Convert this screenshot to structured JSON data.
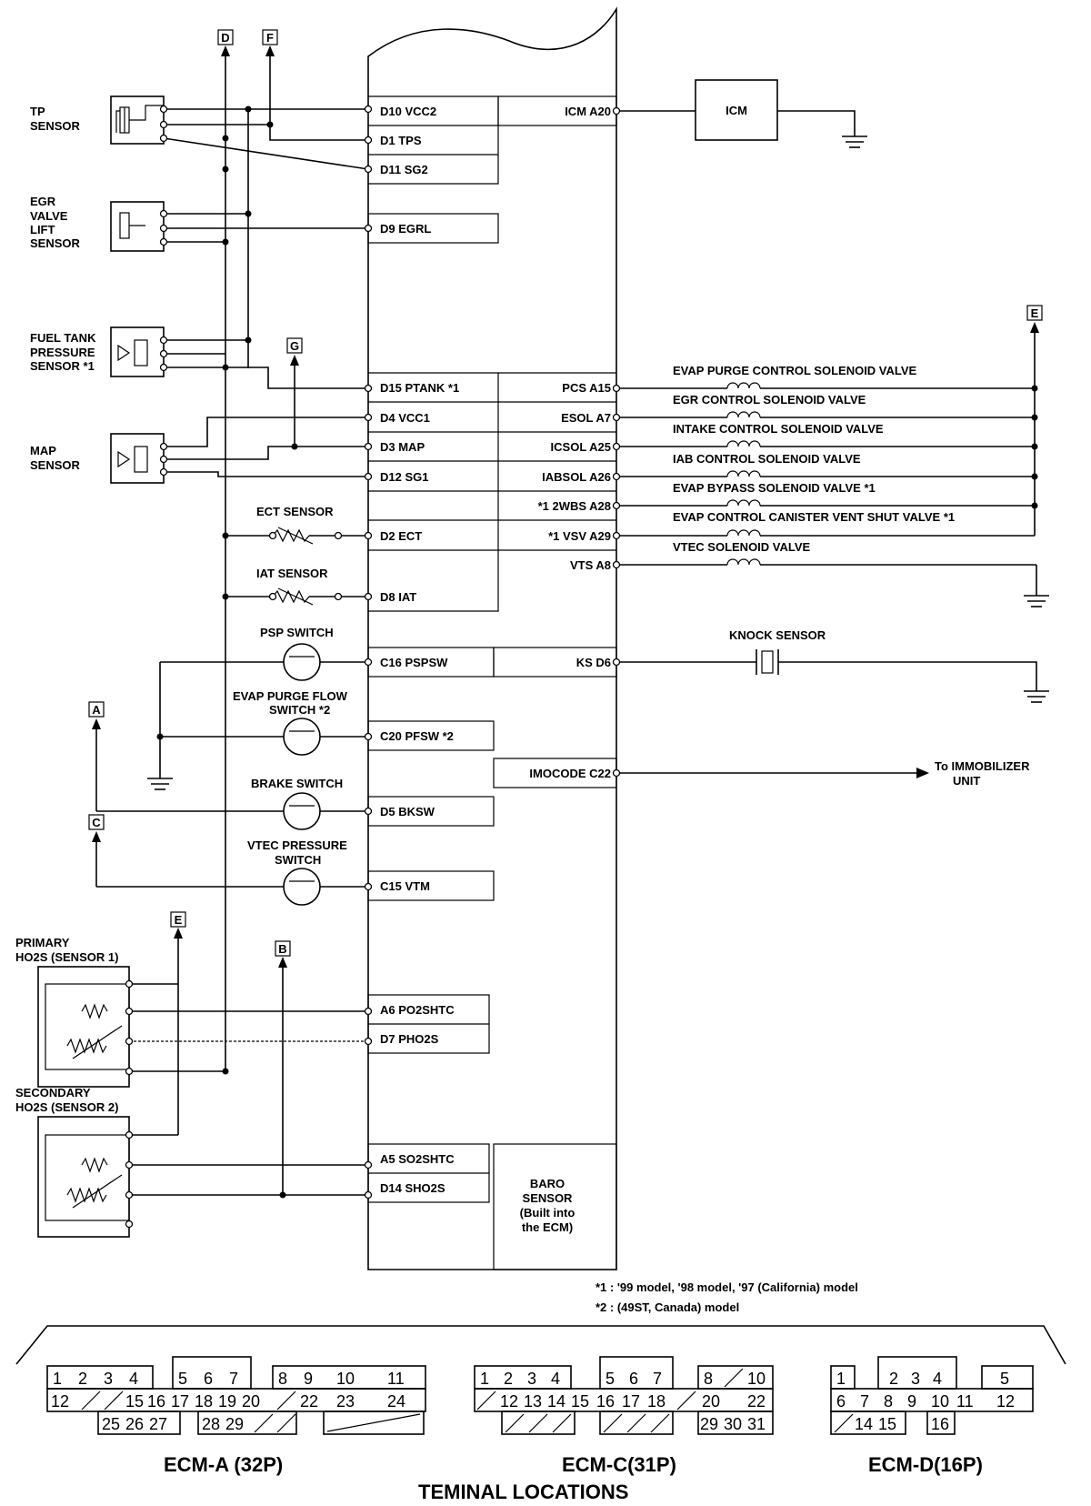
{
  "markers": {
    "D": "D",
    "F": "F",
    "G": "G",
    "E1": "E",
    "A": "A",
    "C": "C",
    "E2": "E",
    "B": "B"
  },
  "sensors": {
    "tp": [
      "TP",
      "SENSOR"
    ],
    "egr": [
      "EGR",
      "VALVE",
      "LIFT",
      "SENSOR"
    ],
    "ftp": [
      "FUEL TANK",
      "PRESSURE",
      "SENSOR *1"
    ],
    "map": [
      "MAP",
      "SENSOR"
    ],
    "ect": "ECT SENSOR",
    "iat": "IAT SENSOR",
    "psp": "PSP SWITCH",
    "epf": [
      "EVAP PURGE FLOW",
      "SWITCH *2"
    ],
    "brake": "BRAKE SWITCH",
    "vtecp": [
      "VTEC PRESSURE",
      "SWITCH"
    ],
    "primary": [
      "PRIMARY",
      "HO2S (SENSOR 1)"
    ],
    "secondary": [
      "SECONDARY",
      "HO2S (SENSOR 2)"
    ]
  },
  "ecm_left_pins": [
    "D10 VCC2",
    "D1 TPS",
    "D11 SG2",
    "D9 EGRL",
    "D15 PTANK *1",
    "D4 VCC1",
    "D3 MAP",
    "D12 SG1",
    "D2 ECT",
    "D8 IAT",
    "C16 PSPSW",
    "C20 PFSW *2",
    "D5 BKSW",
    "C15 VTM",
    "A6 PO2SHTC",
    "D7 PHO2S",
    "A5 SO2SHTC",
    "D14 SHO2S"
  ],
  "ecm_right_pins": [
    "ICM A20",
    "PCS A15",
    "ESOL A7",
    "ICSOL A25",
    "IABSOL A26",
    "*1 2WBS A28",
    "*1 VSV A29",
    "VTS A8",
    "KS D6",
    "IMOCODE C22"
  ],
  "icm": "ICM",
  "valves": [
    "EVAP PURGE CONTROL SOLENOID VALVE",
    "EGR CONTROL SOLENOID VALVE",
    "INTAKE CONTROL SOLENOID VALVE",
    "IAB CONTROL SOLENOID VALVE",
    "EVAP BYPASS SOLENOID VALVE *1",
    "EVAP CONTROL CANISTER VENT SHUT VALVE *1",
    "VTEC SOLENOID VALVE"
  ],
  "knock": "KNOCK SENSOR",
  "immobilizer": [
    "To IMMOBILIZER",
    "UNIT"
  ],
  "baro": [
    "BARO",
    "SENSOR",
    "(Built into",
    "the ECM)"
  ],
  "notes": [
    "*1 : '99 model, '98 model, '97 (California) model",
    "*2 : (49ST, Canada) model"
  ],
  "connectors": {
    "a": {
      "title": "ECM-A (32P)",
      "row1": [
        "1",
        "2",
        "3",
        "4",
        "",
        "5",
        "6",
        "7",
        "",
        "8",
        "9",
        "10",
        "11"
      ],
      "row2": [
        "12",
        "",
        "",
        "15",
        "16",
        "17",
        "18",
        "19",
        "20",
        "",
        "22",
        "23",
        "24"
      ],
      "row3": [
        "25",
        "26",
        "27",
        "28",
        "29"
      ]
    },
    "c": {
      "title": "ECM-C(31P)",
      "row1": [
        "1",
        "2",
        "3",
        "4",
        "5",
        "6",
        "7",
        "8",
        "10"
      ],
      "row2": [
        "12",
        "13",
        "14",
        "15",
        "16",
        "17",
        "18",
        "20",
        "22"
      ],
      "row3": [
        "29",
        "30",
        "31"
      ]
    },
    "d": {
      "title": "ECM-D(16P)",
      "row1": [
        "1",
        "2",
        "3",
        "4",
        "5"
      ],
      "row2": [
        "6",
        "7",
        "8",
        "9",
        "10",
        "11",
        "12"
      ],
      "row3": [
        "14",
        "15",
        "16"
      ]
    }
  },
  "footer": "TEMINAL LOCATIONS"
}
